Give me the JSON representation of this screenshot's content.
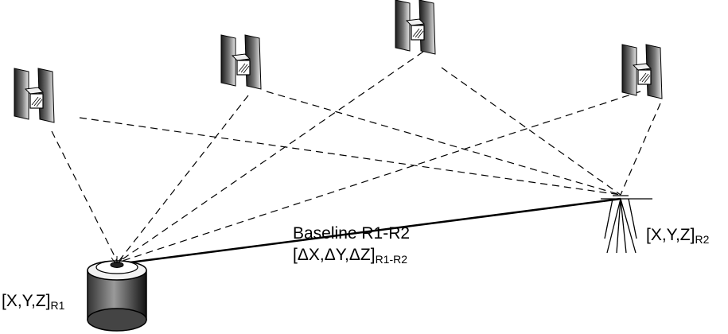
{
  "diagram": {
    "baseline_label": "Baseline R1-R2",
    "delta_vector": "[ΔX,ΔY,ΔZ]",
    "delta_subscript": "R1-R2",
    "receiver1_coord": "[X,Y,Z]",
    "receiver1_subscript": "R1",
    "receiver2_coord": "[X,Y,Z]",
    "receiver2_subscript": "R2"
  },
  "icons": {
    "satellite": "satellite-icon",
    "receiver_base": "gnss-receiver-icon",
    "receiver_tripod": "tripod-antenna-icon"
  }
}
